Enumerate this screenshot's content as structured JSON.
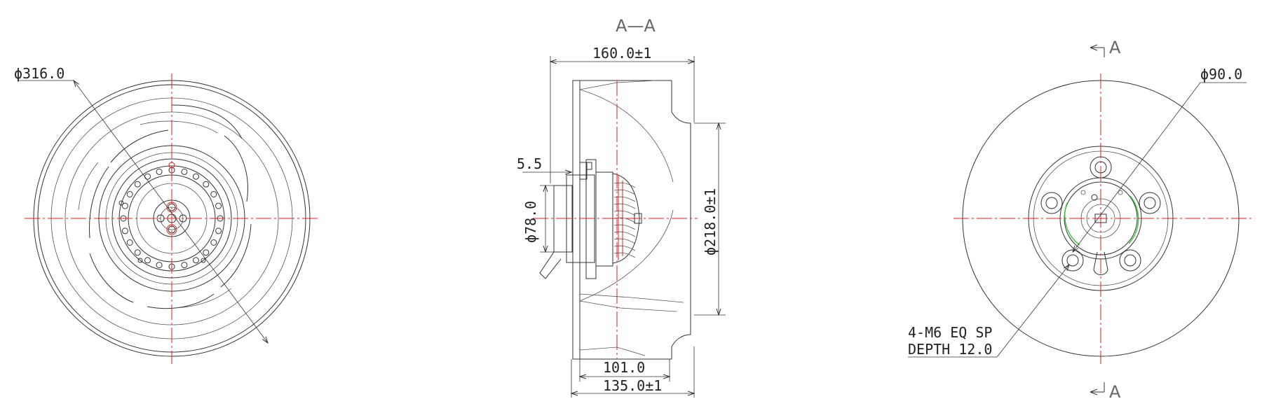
{
  "section": {
    "title": "A—A",
    "marker_top": "A",
    "marker_bottom": "A"
  },
  "left_view": {
    "outer_diameter": "ϕ316.0"
  },
  "section_view": {
    "overall_length": "160.0±1",
    "flange_thickness": "5.5",
    "motor_diameter": "ϕ78.0",
    "inlet_diameter": "ϕ218.0±1",
    "inner_length": "101.0",
    "body_length": "135.0±1"
  },
  "right_view": {
    "hub_diameter": "ϕ90.0",
    "thread_note_line1": "4-M6 EQ SP",
    "thread_note_line2": "DEPTH 12.0"
  },
  "colors": {
    "line": "#333333",
    "centerline": "#e0201c",
    "accent_green": "#35c43a"
  }
}
